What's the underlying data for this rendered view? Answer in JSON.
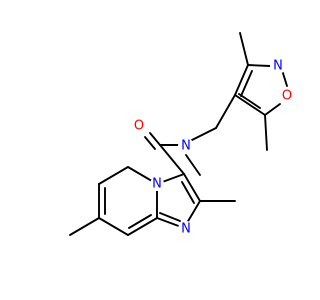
{
  "molecule": {
    "atom_labels": {
      "carbonyl_oxygen": "O",
      "amide_nitrogen": "N",
      "isoxazole_nitrogen": "N",
      "isoxazole_oxygen": "O",
      "bridgehead_nitrogen": "N",
      "imidazole_nitrogen": "N"
    },
    "colors": {
      "bond": "#000000",
      "oxygen": "#ff0000",
      "nitrogen": "#0000ff",
      "background": "#ffffff"
    }
  }
}
